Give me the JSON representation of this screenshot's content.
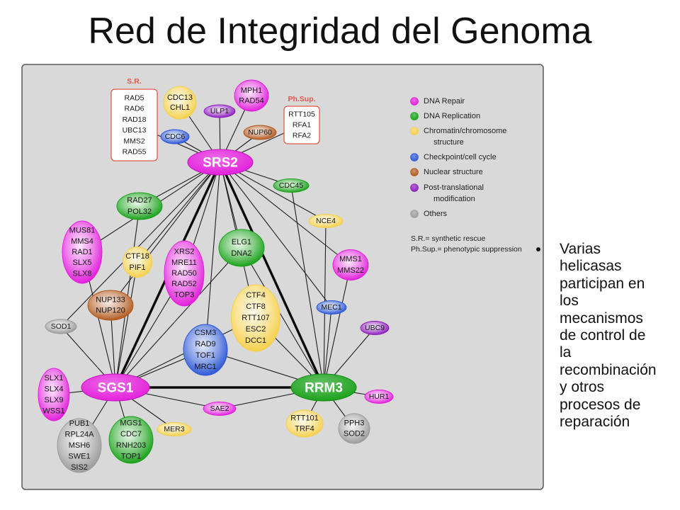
{
  "slide": {
    "title": "Red de Integridad del Genoma",
    "bullet": "Varias helicasas participan en los mecanismos de control de la recombinación y otros procesos de reparación"
  },
  "diagram": {
    "legend": [
      {
        "label": [
          "DNA Repair"
        ],
        "color": "#e21bda"
      },
      {
        "label": [
          "DNA Replication"
        ],
        "color": "#16a016"
      },
      {
        "label": [
          "Chromatin/chromosome",
          "structure"
        ],
        "color": "#f5cf48"
      },
      {
        "label": [
          "Checkpoint/cell cycle"
        ],
        "color": "#2a55d6"
      },
      {
        "label": [
          "Nuclear structure"
        ],
        "color": "#b0561a"
      },
      {
        "label": [
          "Post-translational",
          "modification"
        ],
        "color": "#8a18bb"
      },
      {
        "label": [
          "Others"
        ],
        "color": "#9a9a9a"
      }
    ],
    "notes": [
      "S.R.= synthetic rescue",
      "Ph.Sup.= phenotypic suppression"
    ],
    "nodes": [
      {
        "labels": [
          "SRS2"
        ],
        "category": 0
      },
      {
        "labels": [
          "SGS1"
        ],
        "category": 0
      },
      {
        "labels": [
          "RRM3"
        ],
        "category": 1
      },
      {
        "title": "S.R.",
        "labels": [
          "RAD5",
          "RAD6",
          "RAD18",
          "UBC13",
          "MMS2",
          "RAD55"
        ]
      },
      {
        "title": "Ph.Sup.",
        "labels": [
          "RTT105",
          "RFA1",
          "RFA2"
        ]
      },
      {
        "labels": [
          "CDC13",
          "CHL1"
        ],
        "category": 2
      },
      {
        "labels": [
          "MPH1",
          "RAD54"
        ],
        "category": 0
      },
      {
        "labels": [
          "ULP1"
        ],
        "category": 5
      },
      {
        "labels": [
          "CDC6"
        ],
        "category": 3
      },
      {
        "labels": [
          "NUP60"
        ],
        "category": 4
      },
      {
        "labels": [
          "CDC45"
        ],
        "category": 1
      },
      {
        "labels": [
          "NCE4"
        ],
        "category": 2
      },
      {
        "labels": [
          "MMS1",
          "MMS22"
        ],
        "category": 0
      },
      {
        "labels": [
          "MEC1"
        ],
        "category": 3
      },
      {
        "labels": [
          "UBC9"
        ],
        "category": 5
      },
      {
        "labels": [
          "HUR1"
        ],
        "category": 0
      },
      {
        "labels": [
          "PPH3",
          "SOD2"
        ],
        "category": 6
      },
      {
        "labels": [
          "RTT101",
          "TRF4"
        ],
        "category": 2
      },
      {
        "labels": [
          "SAE2"
        ],
        "category": 0
      },
      {
        "labels": [
          "MER3"
        ],
        "category": 2
      },
      {
        "labels": [
          "MGS1",
          "CDC7",
          "RNH203",
          "TOP1"
        ],
        "category": 1
      },
      {
        "labels": [
          "PUB1",
          "RPL24A",
          "MSH6",
          "SWE1",
          "SIS2"
        ],
        "category": 6
      },
      {
        "labels": [
          "SLX1",
          "SLX4",
          "SLX9",
          "WSS1"
        ],
        "category": 0
      },
      {
        "labels": [
          "SOD1"
        ],
        "category": 6
      },
      {
        "labels": [
          "NUP133",
          "NUP120"
        ],
        "category": 4
      },
      {
        "labels": [
          "MUS81",
          "MMS4",
          "RAD1",
          "SLX5",
          "SLX8"
        ],
        "category": 0
      },
      {
        "labels": [
          "RAD27",
          "POL32"
        ],
        "category": 1
      },
      {
        "labels": [
          "CTF18",
          "PIF1"
        ],
        "category": 2
      },
      {
        "labels": [
          "XRS2",
          "MRE11",
          "RAD50",
          "RAD52",
          "TOP3"
        ],
        "category": 0
      },
      {
        "labels": [
          "ELG1",
          "DNA2"
        ],
        "category": 1
      },
      {
        "labels": [
          "CTF4",
          "CTF8",
          "RTT107",
          "ESC2",
          "DCC1"
        ],
        "category": 2
      },
      {
        "labels": [
          "CSM3",
          "RAD9",
          "TOF1",
          "MRC1"
        ],
        "category": 3
      }
    ],
    "edges": [
      [
        0,
        3
      ],
      [
        0,
        5
      ],
      [
        0,
        6
      ],
      [
        0,
        7
      ],
      [
        0,
        8
      ],
      [
        0,
        9
      ],
      [
        0,
        4
      ],
      [
        0,
        10
      ],
      [
        0,
        11
      ],
      [
        0,
        12
      ],
      [
        0,
        13
      ],
      [
        0,
        26
      ],
      [
        0,
        25
      ],
      [
        0,
        27
      ],
      [
        0,
        24
      ],
      [
        0,
        23
      ],
      [
        0,
        28
      ],
      [
        0,
        29
      ],
      [
        0,
        30
      ],
      [
        0,
        31
      ],
      [
        1,
        22
      ],
      [
        1,
        21
      ],
      [
        1,
        20
      ],
      [
        1,
        19
      ],
      [
        1,
        18
      ],
      [
        1,
        23
      ],
      [
        1,
        24
      ],
      [
        1,
        25
      ],
      [
        1,
        27
      ],
      [
        1,
        28
      ],
      [
        1,
        31
      ],
      [
        1,
        30
      ],
      [
        1,
        29
      ],
      [
        1,
        26
      ],
      [
        2,
        30
      ],
      [
        2,
        31
      ],
      [
        2,
        29
      ],
      [
        2,
        12
      ],
      [
        2,
        13
      ],
      [
        2,
        14
      ],
      [
        2,
        15
      ],
      [
        2,
        16
      ],
      [
        2,
        17
      ],
      [
        2,
        18
      ],
      [
        2,
        11
      ],
      [
        2,
        10
      ]
    ],
    "strong_edges": [
      [
        0,
        1
      ],
      [
        0,
        2
      ],
      [
        1,
        2
      ]
    ]
  }
}
